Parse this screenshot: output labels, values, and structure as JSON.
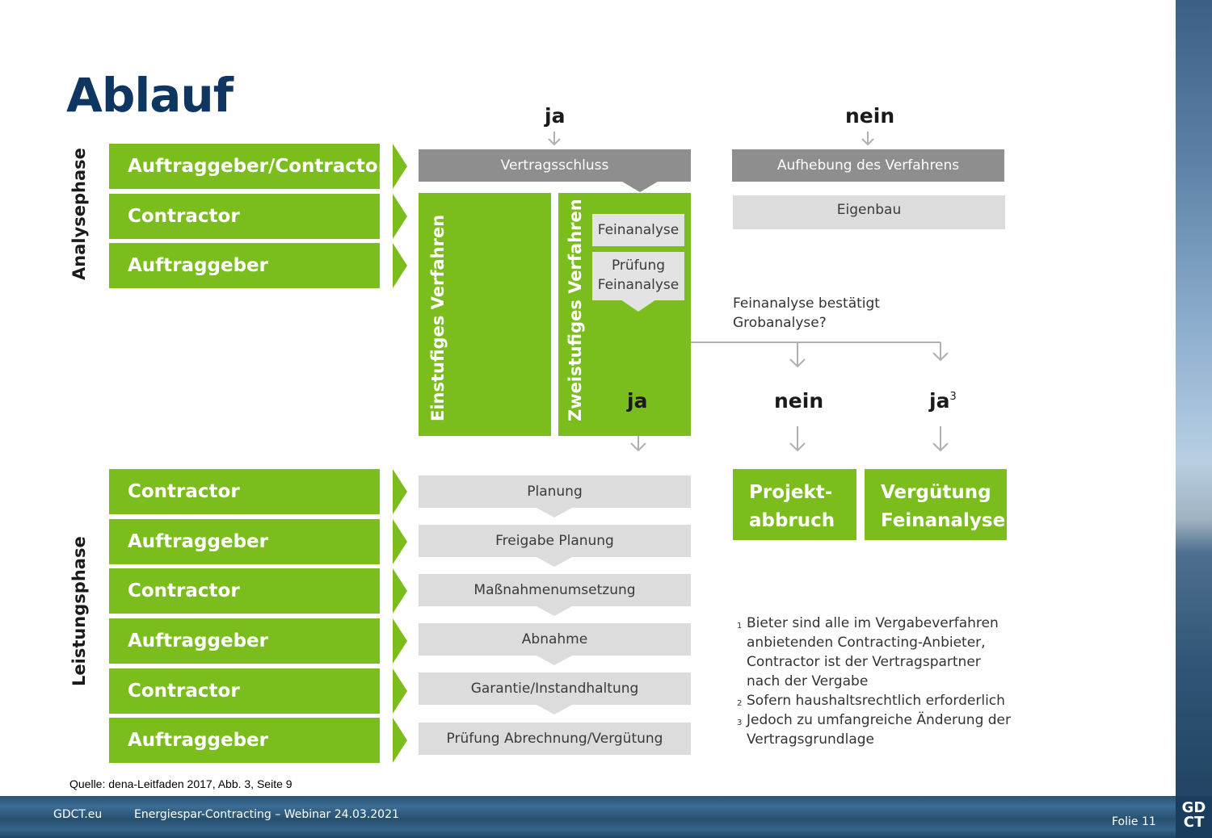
{
  "slide": {
    "title": "Ablauf",
    "source": "Quelle: dena-Leitfaden 2017, Abb. 3, Seite 9"
  },
  "phases": {
    "analyse": "Analysephase",
    "leistung": "Leistungsphase"
  },
  "roles_analyse": [
    "Auftraggeber/Contractor",
    "Contractor",
    "Auftraggeber"
  ],
  "roles_leistung": [
    "Contractor",
    "Auftraggeber",
    "Contractor",
    "Auftraggeber",
    "Contractor",
    "Auftraggeber"
  ],
  "decision": {
    "ja_top": "ja",
    "nein_top": "nein",
    "vertragsschluss": "Vertragsschluss",
    "aufhebung": "Aufhebung des Verfahrens",
    "eigenbau": "Eigenbau"
  },
  "verfahren": {
    "einstufig": "Einstufiges Verfahren",
    "zweistufig": "Zweistufiges Verfahren",
    "feinanalyse": "Feinanalyse",
    "pruefung_line1": "Prüfung",
    "pruefung_line2": "Feinanalyse"
  },
  "question": {
    "line1": "Feinanalyse bestätigt",
    "line2": "Grobanalyse?",
    "ja": "ja",
    "nein": "nein",
    "ja3": "ja",
    "ja3_sup": "3"
  },
  "outcomes": {
    "projektabbruch_line1": "Projekt-",
    "projektabbruch_line2": "abbruch",
    "verguetung_line1": "Vergütung",
    "verguetung_line2": "Feinanalyse"
  },
  "steps": [
    "Planung",
    "Freigabe Planung",
    "Maßnahmenumsetzung",
    "Abnahme",
    "Garantie/Instandhaltung",
    "Prüfung Abrechnung/Vergütung"
  ],
  "footnotes": [
    {
      "num": "1",
      "lines": [
        "Bieter sind alle im Vergabeverfahren",
        "anbietenden Contracting-Anbieter,",
        "Contractor ist der Vertragspartner",
        "nach der Vergabe"
      ]
    },
    {
      "num": "2",
      "lines": [
        "Sofern haushaltsrechtlich erforderlich"
      ]
    },
    {
      "num": "3",
      "lines": [
        "Jedoch zu umfangreiche Änderung der",
        "Vertragsgrundlage"
      ]
    }
  ],
  "footer": {
    "site": "GDCT.eu",
    "event": "Energiespar-Contracting – Webinar 24.03.2021",
    "slide_number": "Folie 11",
    "logo_line1": "GD",
    "logo_line2": "CT"
  }
}
